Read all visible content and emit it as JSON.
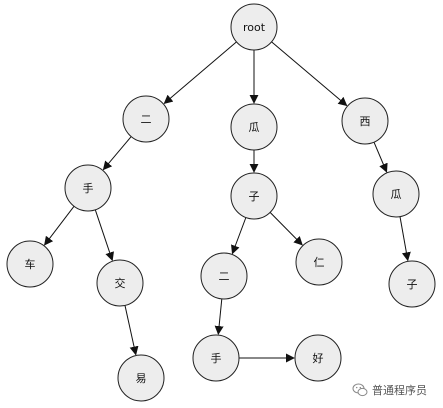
{
  "diagram": {
    "nodes": [
      {
        "id": "root",
        "label": "root"
      },
      {
        "id": "n1",
        "label": "二"
      },
      {
        "id": "n2",
        "label": "瓜"
      },
      {
        "id": "n3",
        "label": "西"
      },
      {
        "id": "n4",
        "label": "手"
      },
      {
        "id": "n5",
        "label": "子"
      },
      {
        "id": "n6",
        "label": "瓜"
      },
      {
        "id": "n7",
        "label": "车"
      },
      {
        "id": "n8",
        "label": "交"
      },
      {
        "id": "n9",
        "label": "二"
      },
      {
        "id": "n10",
        "label": "仁"
      },
      {
        "id": "n11",
        "label": "子"
      },
      {
        "id": "n12",
        "label": "易"
      },
      {
        "id": "n13",
        "label": "手"
      },
      {
        "id": "n14",
        "label": "好"
      }
    ],
    "edges": [
      {
        "from": "root",
        "to": "n1"
      },
      {
        "from": "root",
        "to": "n2"
      },
      {
        "from": "root",
        "to": "n3"
      },
      {
        "from": "n1",
        "to": "n4"
      },
      {
        "from": "n2",
        "to": "n5"
      },
      {
        "from": "n3",
        "to": "n6"
      },
      {
        "from": "n4",
        "to": "n7"
      },
      {
        "from": "n4",
        "to": "n8"
      },
      {
        "from": "n5",
        "to": "n9"
      },
      {
        "from": "n5",
        "to": "n10"
      },
      {
        "from": "n6",
        "to": "n11"
      },
      {
        "from": "n8",
        "to": "n12"
      },
      {
        "from": "n9",
        "to": "n13"
      },
      {
        "from": "n13",
        "to": "n14"
      }
    ]
  },
  "watermark": {
    "icon": "wechat-icon",
    "text": "普通程序员"
  }
}
